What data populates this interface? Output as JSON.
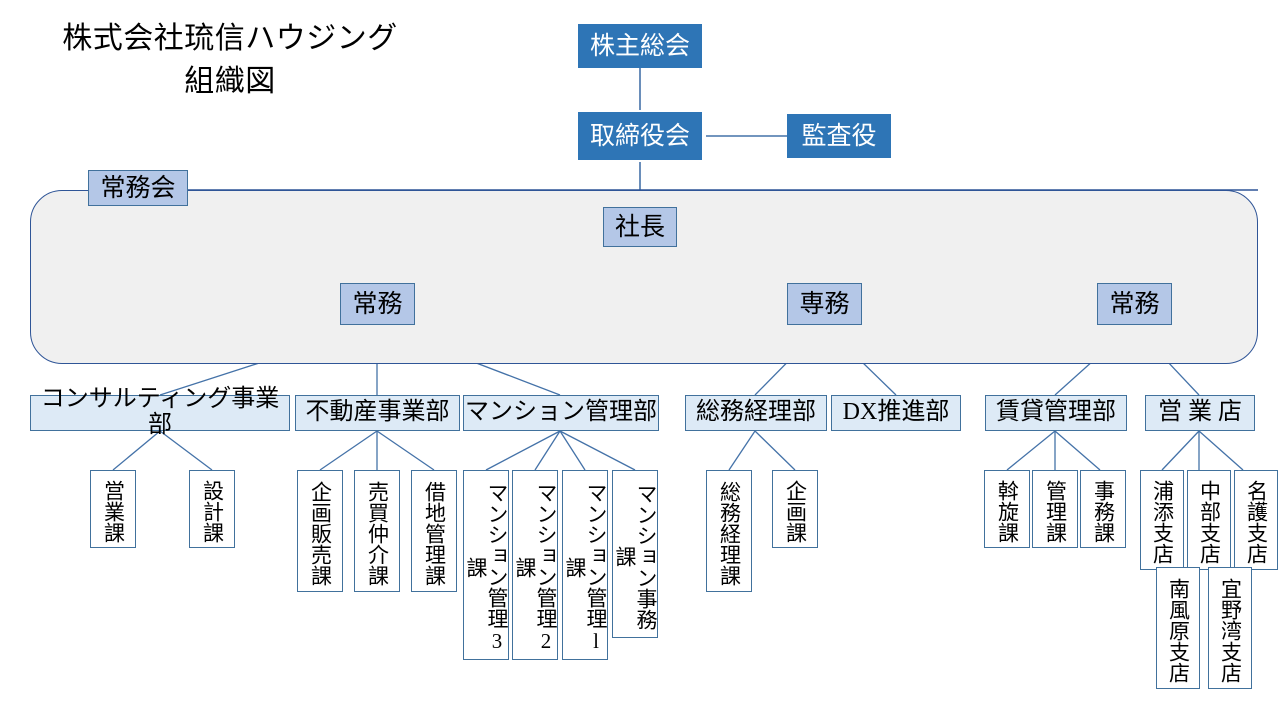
{
  "chart_data": {
    "type": "diagram",
    "title": "株式会社琉信ハウジング\n組織図",
    "diagram_kind": "organization-chart",
    "colors": {
      "dark_blue": "#2E75B6",
      "light_blue": "#B4C7E7",
      "dept_blue": "#DDEAF6",
      "border_blue": "#41719C",
      "zone_fill": "#F0F0F0",
      "zone_border": "#2F5597",
      "connector": "#4472A8"
    }
  },
  "heading": {
    "company": "株式会社琉信ハウジング",
    "subtitle": "組織図",
    "full": "株式会社琉信ハウジング\n組織図"
  },
  "governance": {
    "shareholders_meeting": "株主総会",
    "board_of_directors": "取締役会",
    "auditor": "監査役"
  },
  "board_zone": {
    "label": "常務会"
  },
  "executives": {
    "president": "社長",
    "managing_director_left": "常務",
    "senior_managing_director": "専務",
    "managing_director_right": "常務"
  },
  "departments": [
    {
      "id": "consulting",
      "name": "コンサルティング事業部"
    },
    {
      "id": "realestate",
      "name": "不動産事業部"
    },
    {
      "id": "mansion",
      "name": "マンション管理部"
    },
    {
      "id": "soumu",
      "name": "総務経理部"
    },
    {
      "id": "dx",
      "name": "DX推進部"
    },
    {
      "id": "chintai",
      "name": "賃貸管理部"
    },
    {
      "id": "eigyoten",
      "name": "営 業 店"
    }
  ],
  "sections": {
    "consulting": [
      {
        "name": "営業課"
      },
      {
        "name": "設計課"
      }
    ],
    "realestate": [
      {
        "name": "企画販売課"
      },
      {
        "name": "売買仲介課"
      },
      {
        "name": "借地管理課"
      }
    ],
    "mansion": [
      {
        "name": "マンション管理3課"
      },
      {
        "name": "マンション管理2課"
      },
      {
        "name": "マンション管理l課"
      },
      {
        "name": "マンション事務課"
      }
    ],
    "soumu": [
      {
        "name": "総務経理課"
      },
      {
        "name": "企画課"
      }
    ],
    "chintai": [
      {
        "name": "斡旋課"
      },
      {
        "name": "管理課"
      },
      {
        "name": "事務課"
      }
    ],
    "branches_row1": [
      {
        "name": "浦添支店"
      },
      {
        "name": "中部支店"
      },
      {
        "name": "名護支店"
      }
    ],
    "branches_row2": [
      {
        "name": "南風原支店"
      },
      {
        "name": "宜野湾支店"
      }
    ]
  }
}
